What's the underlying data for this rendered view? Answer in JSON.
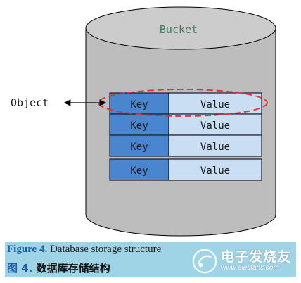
{
  "diagram": {
    "bucket_label": "Bucket",
    "object_label": "Object",
    "rows": [
      {
        "key": "Key",
        "value": "Value"
      },
      {
        "key": "Key",
        "value": "Value"
      },
      {
        "key": "Key",
        "value": "Value"
      },
      {
        "key": "Key",
        "value": "Value"
      }
    ],
    "colors": {
      "cylinder_body": "#bdbdbd",
      "cylinder_top": "#cccccc",
      "key_cell": "#4a86cf",
      "value_cell": "#c9ddf3",
      "highlight_ellipse": "#e03030"
    }
  },
  "caption": {
    "en_label": "Figure 4.",
    "en_text": " Database storage structure",
    "zh_label": "图 4.",
    "zh_text": " 数据库存储结构",
    "background": "#9fd3e6"
  },
  "watermark": {
    "cn_text": "电子发烧友",
    "url": "www.elecfans.com"
  }
}
